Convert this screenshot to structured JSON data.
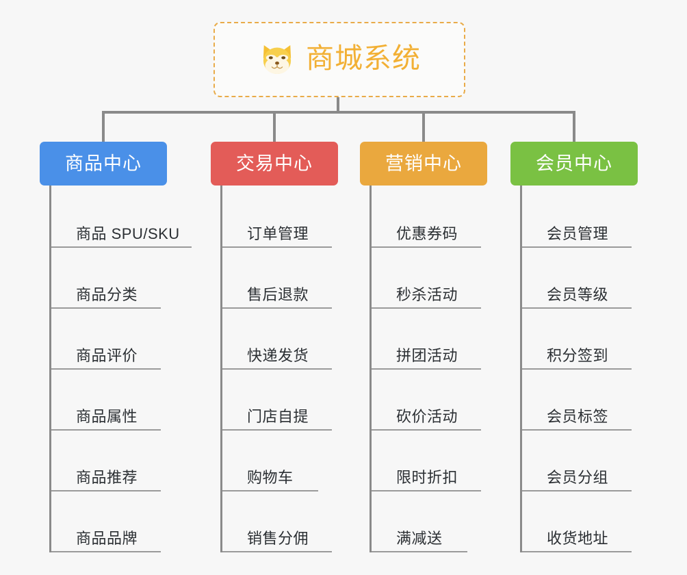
{
  "page": {
    "background_color": "#f7f7f7",
    "diagram_type": "org-chart-mindmap"
  },
  "root": {
    "title": "商城系统",
    "icon": "shiba-dog-icon",
    "text_color": "#f2b035",
    "border_color": "#e9ab48",
    "border_style": "dashed"
  },
  "connector": {
    "color": "#8a8a8a"
  },
  "columns": [
    {
      "header": "商品中心",
      "color": "#4a90e8",
      "items": [
        "商品 SPU/SKU",
        "商品分类",
        "商品评价",
        "商品属性",
        "商品推荐",
        "商品品牌"
      ]
    },
    {
      "header": "交易中心",
      "color": "#e35c58",
      "items": [
        "订单管理",
        "售后退款",
        "快递发货",
        "门店自提",
        "购物车",
        "销售分佣"
      ]
    },
    {
      "header": "营销中心",
      "color": "#eaa83e",
      "items": [
        "优惠券码",
        "秒杀活动",
        "拼团活动",
        "砍价活动",
        "限时折扣",
        "满减送"
      ]
    },
    {
      "header": "会员中心",
      "color": "#7ac143",
      "items": [
        "会员管理",
        "会员等级",
        "积分签到",
        "会员标签",
        "会员分组",
        "收货地址"
      ]
    }
  ]
}
